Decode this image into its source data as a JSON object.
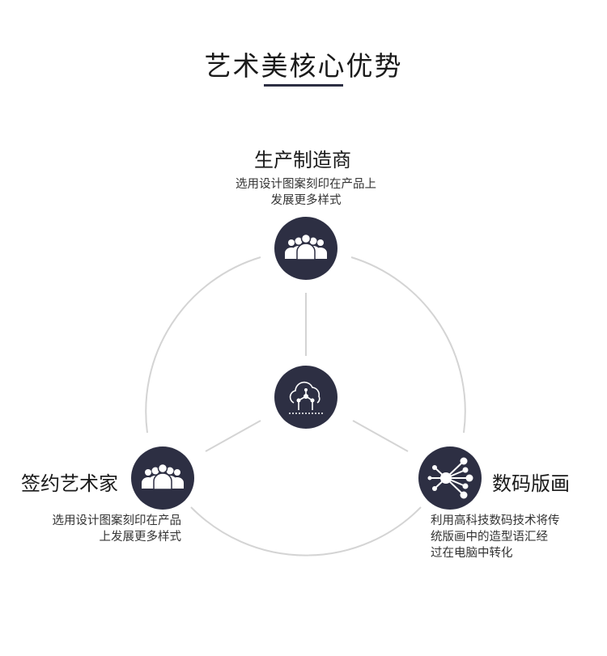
{
  "title": "艺术美核心优势",
  "nodes": {
    "top": {
      "label": "生产制造商",
      "desc": [
        "选用设计图案刻印在产品上",
        "发展更多样式"
      ]
    },
    "left": {
      "label": "签约艺术家",
      "desc": [
        "选用设计图案刻印在产品",
        "上发展更多样式"
      ]
    },
    "right": {
      "label": "数码版画",
      "desc": [
        "利用高科技数码技术将传",
        "统版画中的造型语汇经",
        "过在电脑中转化"
      ]
    }
  },
  "icons": {
    "top": "people-group-icon",
    "left": "people-group-icon",
    "center": "cloud-network-icon",
    "right": "network-nodes-icon"
  },
  "colors": {
    "accent": "#2d2f43",
    "line": "#d4d4d4"
  }
}
